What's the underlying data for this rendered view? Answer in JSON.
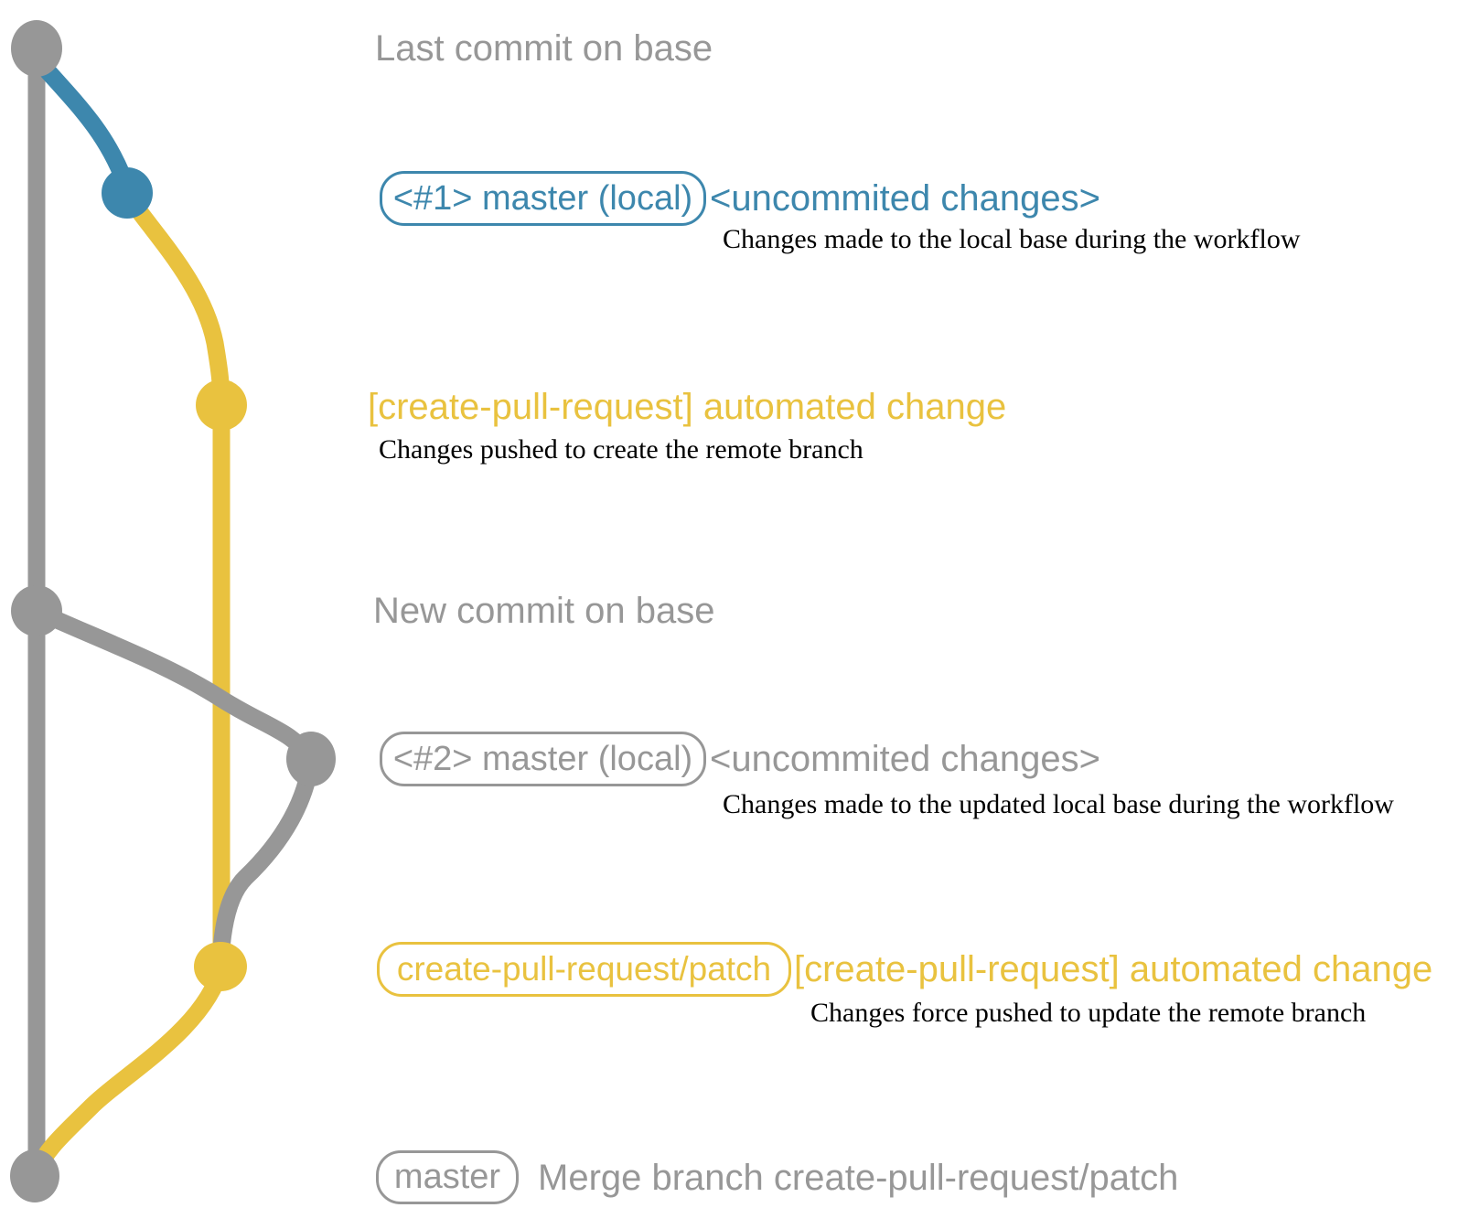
{
  "diagram": {
    "title_rows": {
      "last_commit": {
        "label": "Last commit on base"
      },
      "new_commit": {
        "label": "New commit on base"
      }
    },
    "local_1": {
      "badge": "<#1> master (local)",
      "note": "<uncommited changes>",
      "description": "Changes made to the local base during the workflow"
    },
    "patch_1": {
      "label": "[create-pull-request] automated change",
      "description": "Changes pushed to create the remote branch"
    },
    "local_2": {
      "badge": "<#2> master (local)",
      "note": "<uncommited changes>",
      "description": "Changes made to the updated local base during the workflow"
    },
    "patch_2": {
      "badge": "create-pull-request/patch",
      "note": "[create-pull-request] automated change",
      "description": "Changes force pushed to update the remote branch"
    },
    "merge": {
      "badge": "master",
      "note": "Merge branch create-pull-request/patch"
    },
    "colors": {
      "gray": "#979797",
      "blue": "#3d87ad",
      "yellow": "#e9c23f",
      "ink": "#000000"
    }
  }
}
